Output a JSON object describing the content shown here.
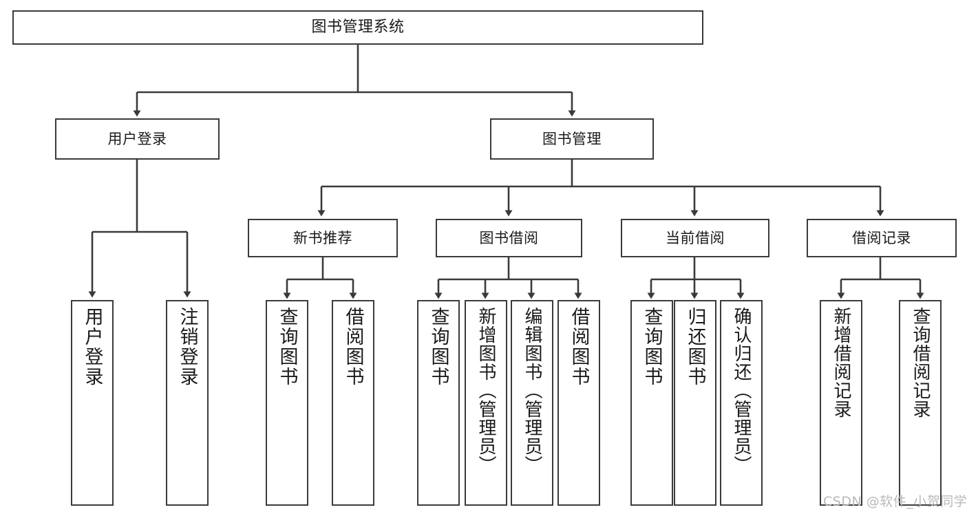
{
  "diagram": {
    "type": "tree-hierarchy-chart",
    "title": "图书管理系统",
    "colors": {
      "background": "#ffffff",
      "box_border": "#3a3a3a",
      "box_fill": "#ffffff",
      "text": "#1a1a1a",
      "connector": "#3a3a3a",
      "watermark": "#b9b9b9"
    },
    "root": {
      "label": "图书管理系统"
    },
    "level2": [
      {
        "label": "用户登录"
      },
      {
        "label": "图书管理"
      }
    ],
    "level3": [
      {
        "label": "新书推荐"
      },
      {
        "label": "图书借阅"
      },
      {
        "label": "当前借阅"
      },
      {
        "label": "借阅记录"
      }
    ],
    "leaves": {
      "user_login": [
        {
          "label": "用户登录"
        },
        {
          "label": "注销登录"
        }
      ],
      "new_book_recommend": [
        {
          "label": "查询图书"
        },
        {
          "label": "借阅图书"
        }
      ],
      "book_borrow": [
        {
          "label": "查询图书"
        },
        {
          "label": "新增图书（管理员）"
        },
        {
          "label": "编辑图书（管理员）"
        },
        {
          "label": "借阅图书"
        }
      ],
      "current_borrow": [
        {
          "label": "查询图书"
        },
        {
          "label": "归还图书"
        },
        {
          "label": "确认归还（管理员）"
        }
      ],
      "borrow_record": [
        {
          "label": "新增借阅记录"
        },
        {
          "label": "查询借阅记录"
        }
      ]
    },
    "watermark": "CSDN @软件_小贺同学"
  }
}
